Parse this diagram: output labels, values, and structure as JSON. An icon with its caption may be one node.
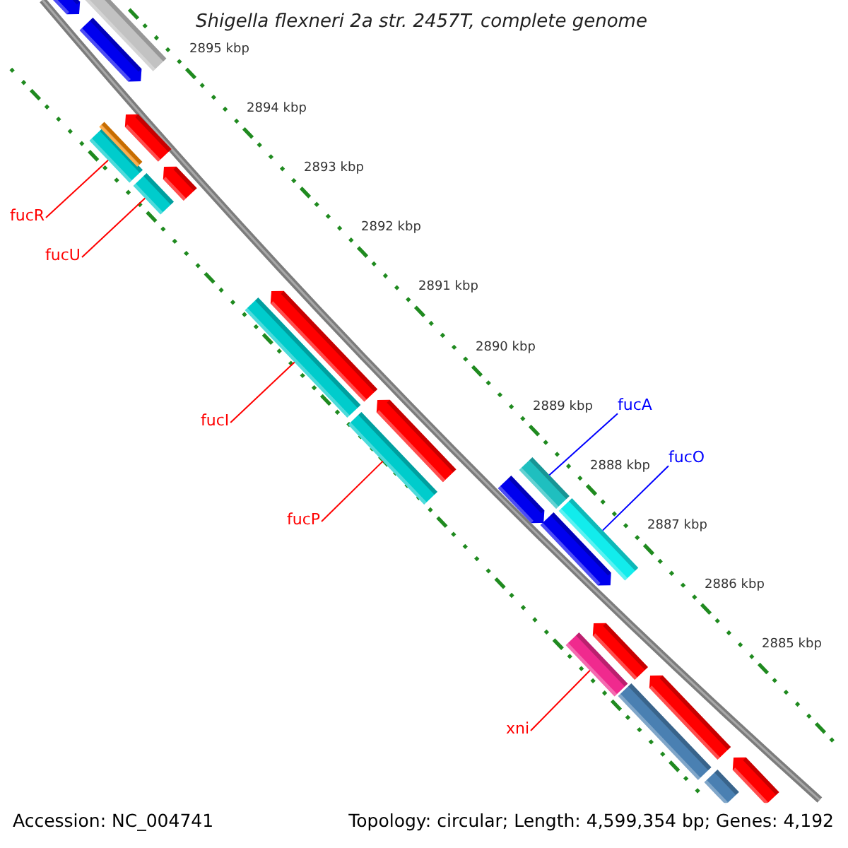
{
  "diagram": {
    "title": "Shigella flexneri 2a str. 2457T, complete genome",
    "nodes": [
      {
        "text": [
          "fucR"
        ]
      },
      {
        "text": [
          "fucU"
        ]
      },
      {
        "text": [
          "fucI"
        ]
      },
      {
        "text": [
          "fucP"
        ]
      },
      {
        "text": [
          "fucA"
        ]
      },
      {
        "text": [
          "fucO"
        ]
      },
      {
        "text": [
          "xni"
        ]
      },
      {
        "text": [],
        "shape": "bar"
      },
      {
        "text": [],
        "shape": "bar"
      },
      {
        "text": [],
        "shape": "bar"
      },
      {
        "text": [],
        "shape": "bar"
      },
      {
        "text": [],
        "shape": "bar"
      },
      {
        "text": [],
        "shape": "bar"
      },
      {
        "text": [],
        "shape": "bar"
      },
      {
        "text": [],
        "shape": "pentagon"
      },
      {
        "text": [],
        "shape": "pentagon"
      },
      {
        "text": [],
        "shape": "bar"
      },
      {
        "text": [],
        "shape": "pentagon"
      },
      {
        "text": [],
        "shape": "pentagon"
      },
      {
        "text": [],
        "shape": "pentagon"
      },
      {
        "text": [],
        "shape": "pentagon"
      },
      {
        "text": [],
        "shape": "pentagon"
      },
      {
        "text": [],
        "shape": "pentagon"
      },
      {
        "text": [],
        "shape": "pentagon"
      },
      {
        "text": [],
        "shape": "pentagon"
      },
      {
        "text": [],
        "shape": "pentagon"
      },
      {
        "text": [],
        "shape": "bar"
      },
      {
        "text": [],
        "shape": "bar"
      }
    ],
    "edges": [
      {
        "from": 0,
        "to": 7,
        "arrow": "none"
      },
      {
        "from": 1,
        "to": 8,
        "arrow": "none"
      },
      {
        "from": 2,
        "to": 9,
        "arrow": "none"
      },
      {
        "from": 3,
        "to": 10,
        "arrow": "none"
      },
      {
        "from": 4,
        "to": 11,
        "arrow": "none",
        "color": "#0000ff"
      },
      {
        "from": 5,
        "to": 12,
        "arrow": "none",
        "color": "#0000ff"
      },
      {
        "from": 6,
        "to": 13,
        "arrow": "none"
      }
    ],
    "labels": [
      "2895 kbp",
      "2894 kbp",
      "2893 kbp",
      "2892 kbp",
      "2891 kbp",
      "2890 kbp",
      "2889 kbp",
      "2888 kbp",
      "2887 kbp",
      "2886 kbp",
      "2885 kbp",
      "Accession: NC_004741",
      "Topology: circular; Length: 4,599,354 bp; Genes: 4,192"
    ]
  }
}
